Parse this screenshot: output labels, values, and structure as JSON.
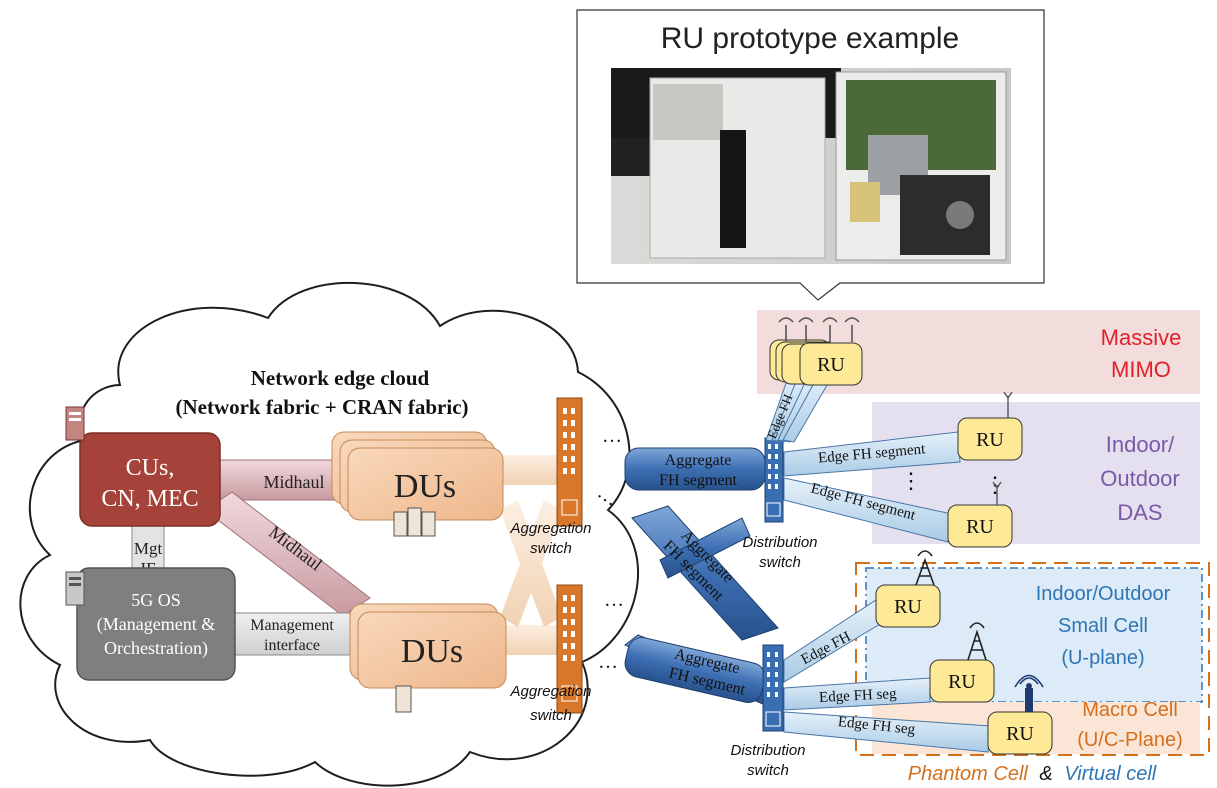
{
  "callout": {
    "title": "RU prototype example"
  },
  "cloud": {
    "title_line1": "Network edge cloud",
    "title_line2": "(Network fabric + CRAN fabric)"
  },
  "cu_box": {
    "line1": "CUs,",
    "line2": "CN, MEC"
  },
  "os_box": {
    "line1": "5G OS",
    "line2": "(Management &",
    "line3": "Orchestration)"
  },
  "mgt_if": {
    "line1": "Mgt",
    "line2": "IF"
  },
  "links": {
    "midhaul_top": "Midhaul",
    "midhaul_diag": "Midhaul",
    "mgmt_line1": "Management",
    "mgmt_line2": "interface",
    "agg_top_line1": "Aggregate",
    "agg_top_line2": "FH segment",
    "agg_diag_line1": "Aggregate",
    "agg_diag_line2": "FH segment",
    "agg_bot_line1": "Aggregate",
    "agg_bot_line2": "FH segment",
    "edge_fh_mimo": "Edge FH",
    "edge_fh_das1": "Edge FH segment",
    "edge_fh_das2": "Edge FH segment",
    "edge_fh_small1": "Edge FH",
    "edge_fh_small2": "Edge FH seg",
    "edge_fh_macro": "Edge FH seg"
  },
  "du_top": "DUs",
  "du_bottom": "DUs",
  "switches": {
    "agg_top_line1": "Aggregation",
    "agg_top_line2": "switch",
    "agg_bot_line1": "Aggregation",
    "agg_bot_line2": "switch",
    "dist_top_line1": "Distribution",
    "dist_top_line2": "switch",
    "dist_bot_line1": "Distribution",
    "dist_bot_line2": "switch"
  },
  "ellipsis": "…",
  "vdots": "⋮",
  "ru_label": "RU",
  "regions": {
    "mimo_line1": "Massive",
    "mimo_line2": "MIMO",
    "das_line1": "Indoor/",
    "das_line2": "Outdoor",
    "das_line3": "DAS",
    "small_line1": "Indoor/Outdoor",
    "small_line2": "Small Cell",
    "small_line3": "(U-plane)",
    "macro_line1": "Macro Cell",
    "macro_line2": "(U/C-Plane)"
  },
  "footer": {
    "phantom": "Phantom Cell",
    "amp": "&",
    "virtual": "Virtual cell"
  },
  "colors": {
    "cu_red": "#a5433a",
    "os_gray": "#7f7f7f",
    "du_peach": "#f6caa6",
    "ru_yellow": "#fde996",
    "fh_blue": "#3a6fb4",
    "edge_blue": "#cfe3f2",
    "agg_orange": "#d9782a",
    "mimo_bg": "#f2dcdc",
    "das_bg": "#e5e0f0",
    "small_bg": "#dcebf7",
    "macro_bg": "#fbe5d6",
    "red_text": "#e0202a",
    "purple_text": "#7a5aa6",
    "blue_text": "#2e75b6",
    "orange_text": "#d2701e"
  }
}
